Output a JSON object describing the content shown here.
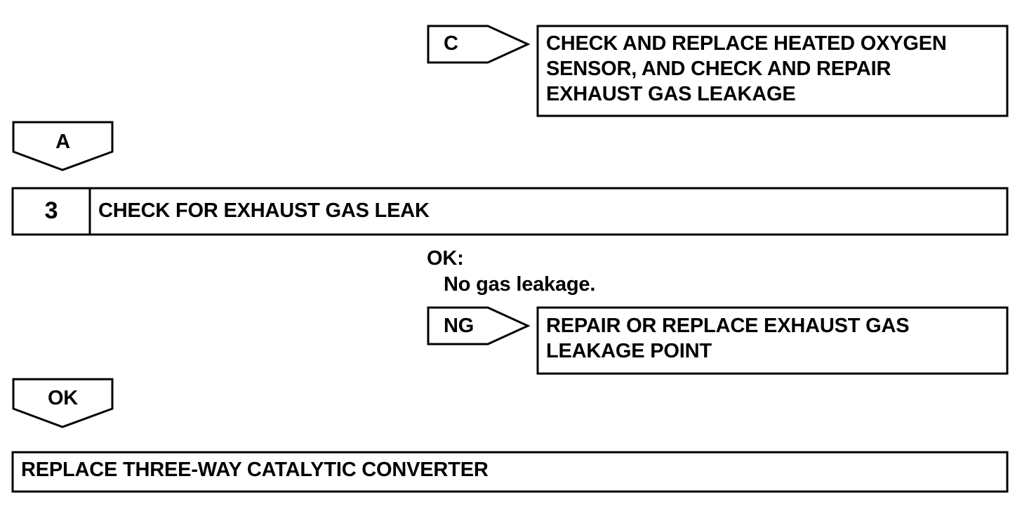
{
  "result_c": {
    "tag": "C",
    "action": "CHECK AND REPLACE HEATED OXYGEN SENSOR, AND CHECK AND REPAIR EXHAUST GAS LEAKAGE"
  },
  "result_a": {
    "tag": "A"
  },
  "step3": {
    "number": "3",
    "title": "CHECK FOR EXHAUST GAS LEAK"
  },
  "ok_criteria": {
    "heading": "OK:",
    "text": "No gas leakage."
  },
  "result_ng": {
    "tag": "NG",
    "action": "REPAIR OR REPLACE EXHAUST GAS LEAKAGE POINT"
  },
  "result_ok": {
    "tag": "OK"
  },
  "final_step": {
    "title": "REPLACE THREE-WAY CATALYTIC CONVERTER"
  }
}
